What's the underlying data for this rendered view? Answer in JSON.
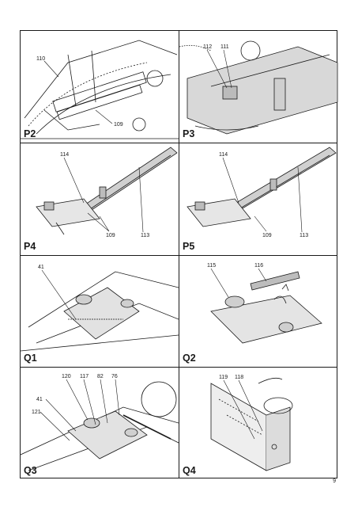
{
  "page_number": "9",
  "panels": [
    {
      "label": "P2",
      "callouts": [
        "110",
        "109"
      ]
    },
    {
      "label": "P3",
      "callouts": [
        "112",
        "111"
      ]
    },
    {
      "label": "P4",
      "callouts": [
        "114",
        "109",
        "113"
      ]
    },
    {
      "label": "P5",
      "callouts": [
        "114",
        "109",
        "113"
      ]
    },
    {
      "label": "Q1",
      "callouts": [
        "41"
      ]
    },
    {
      "label": "Q2",
      "callouts": [
        "115",
        "116"
      ]
    },
    {
      "label": "Q3",
      "callouts": [
        "120",
        "117",
        "82",
        "76",
        "41",
        "121"
      ]
    },
    {
      "label": "Q4",
      "callouts": [
        "119",
        "118"
      ]
    }
  ]
}
